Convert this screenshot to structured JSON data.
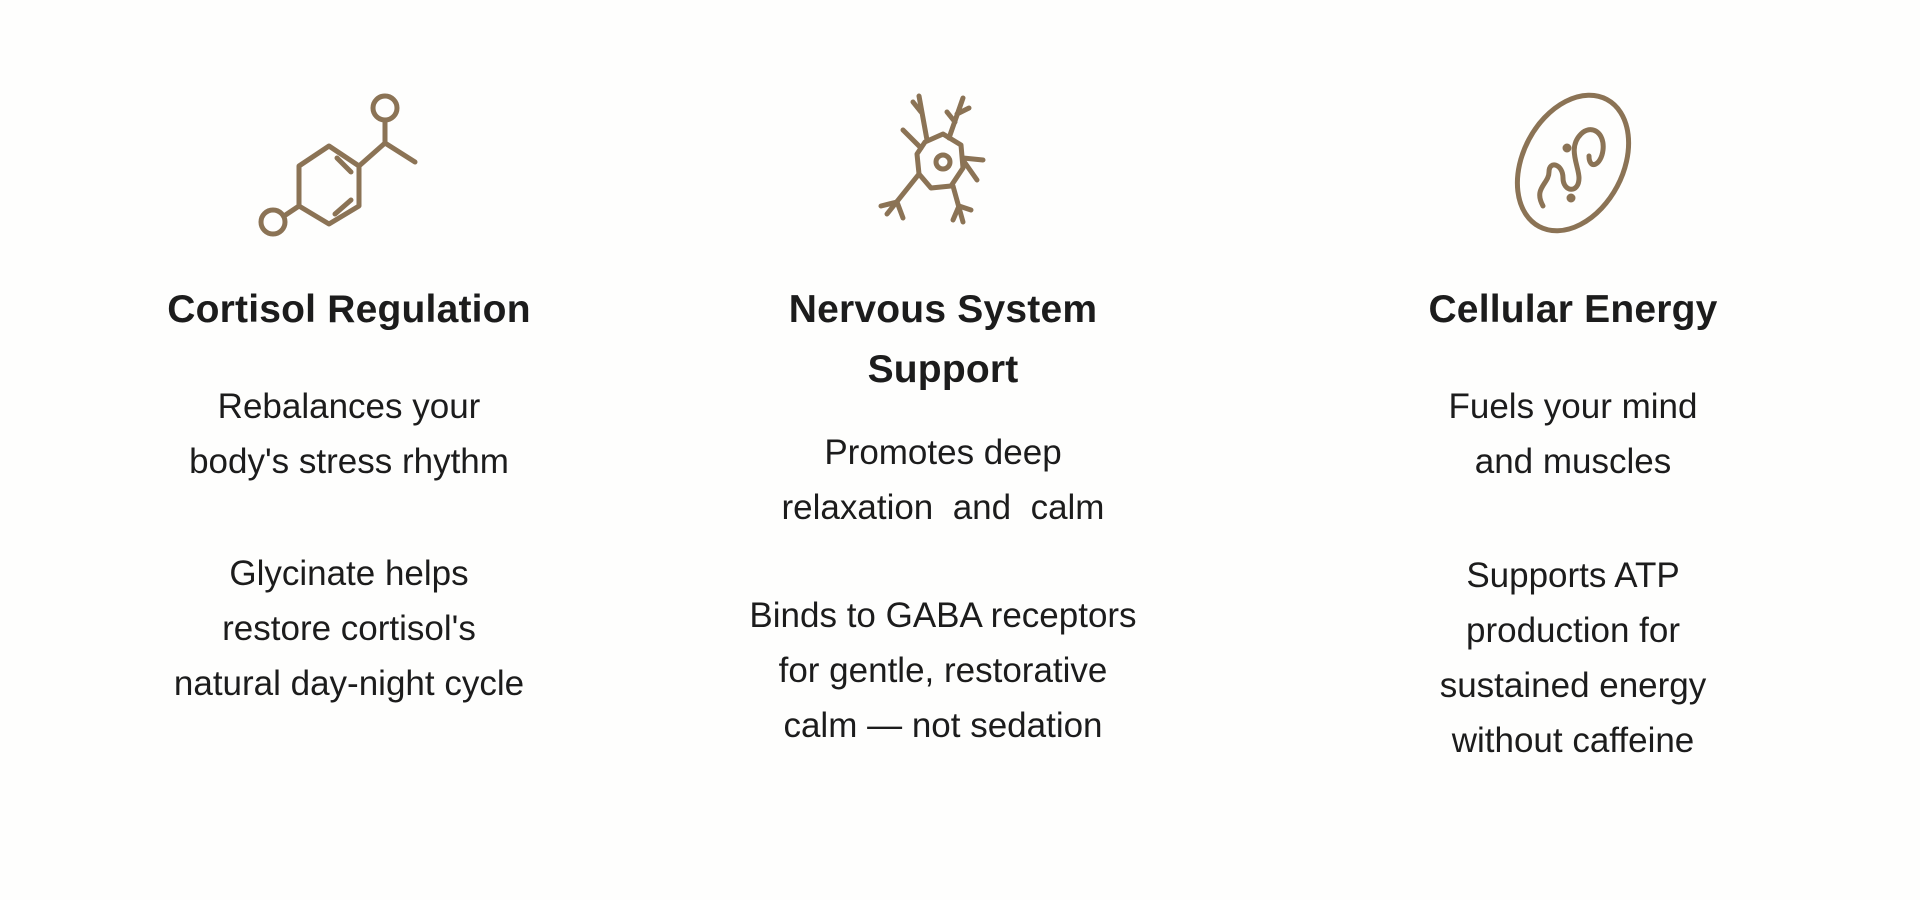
{
  "colors": {
    "icon": "#8b7355",
    "text": "#1c1c1c"
  },
  "features": [
    {
      "icon": "molecule-icon",
      "title": "Cortisol Regulation",
      "lines1": [
        "Rebalances your",
        "body's stress rhythm"
      ],
      "lines2": [
        "Glycinate helps",
        "restore cortisol's",
        "natural day-night cycle"
      ]
    },
    {
      "icon": "neuron-icon",
      "title_lines": [
        "Nervous System",
        "Support"
      ],
      "lines1": [
        "Promotes deep",
        "relaxation  and  calm"
      ],
      "lines2": [
        "Binds to GABA receptors",
        "for gentle, restorative",
        "calm — not sedation"
      ]
    },
    {
      "icon": "mitochondria-icon",
      "title": "Cellular Energy",
      "lines1": [
        "Fuels your mind",
        "and muscles"
      ],
      "lines2": [
        "Supports ATP",
        "production for",
        "sustained energy",
        "without caffeine"
      ]
    }
  ]
}
